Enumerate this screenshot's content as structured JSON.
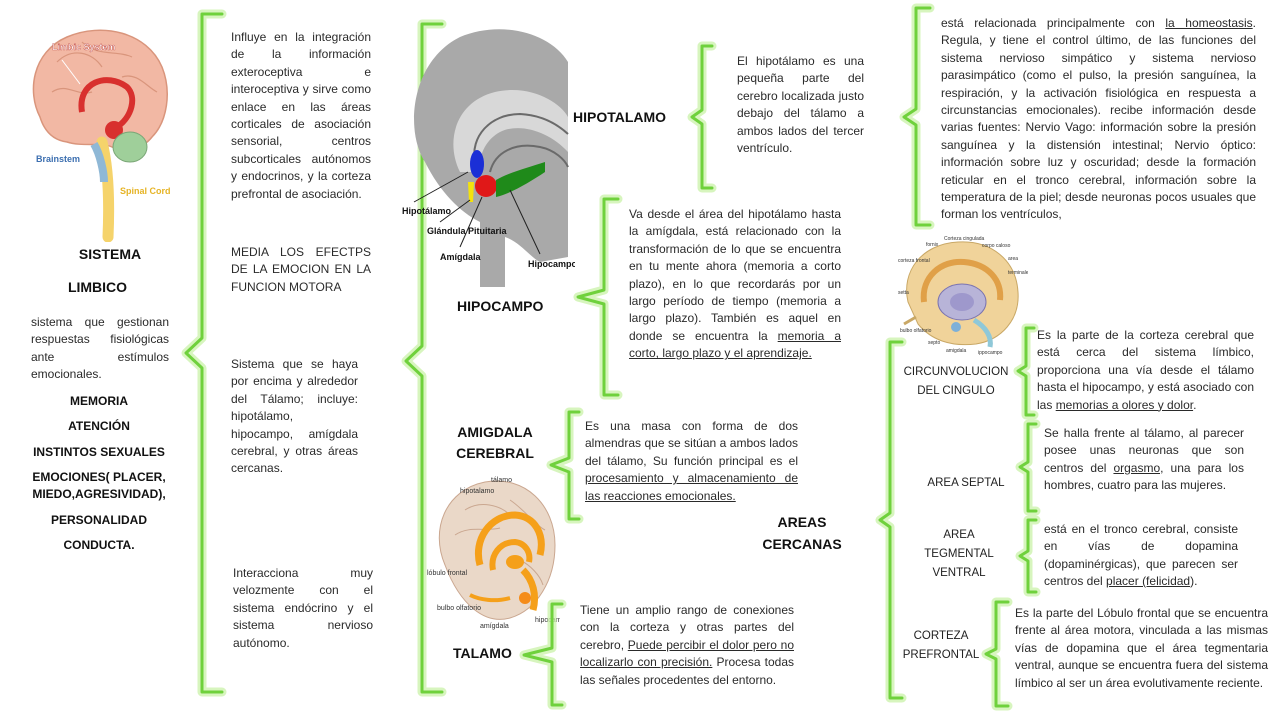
{
  "colors": {
    "brace": "#6fd13c",
    "brace_glow": "#c9f2a8",
    "text": "#2a2a2a"
  },
  "left": {
    "title_line1": "SISTEMA",
    "title_line2": "LIMBICO",
    "definition": "sistema que gestionan respuestas fisiológicas ante estímulos emocionales.",
    "functions": [
      "MEMORIA",
      "ATENCIÓN",
      "INSTINTOS SEXUALES",
      "EMOCIONES( PLACER, MIEDO,AGRESIVIDAD),",
      "PERSONALIDAD",
      "CONDUCTA."
    ],
    "brain_labels": {
      "limbic": "Limbic System",
      "brainstem": "Brainstem",
      "spinal": "Spinal Cord"
    }
  },
  "col2": {
    "text1": "Influye en la integración de la información exteroceptiva e interoceptiva y sirve como enlace en las áreas corticales de asociación sensorial, centros subcorticales autónomos y endocrinos, y la corteza prefrontal de asociación.",
    "text2": "MEDIA LOS EFECTPS DE LA EMOCION EN LA FUNCION MOTORA",
    "text3": "Sistema que se haya por encima y alrededor del Tálamo; incluye: hipotálamo, hipocampo, amígdala cerebral, y otras áreas cercanas.",
    "text4": "Interacciona muy velozmente con el sistema endócrino y el sistema nervioso autónomo."
  },
  "brain_diagram": {
    "hipotalamo": "Hipotálamo",
    "glandula": "Glándula Pituitaria",
    "amigdala": "Amígdala",
    "hipocampo": "Hipocampo"
  },
  "brain_diagram2": {
    "talamo": "tálamo",
    "hipotalamo": "hipotalamo",
    "lobulo": "lóbulo frontal",
    "bulbo": "bulbo olfatorio",
    "amigdala": "amígdala",
    "hipocampo": "hipocampo"
  },
  "brain_diagram3": {
    "corteza": "Corteza cingulada",
    "fornix": "fornix",
    "corpo": "corpo caloso",
    "corteza_frontal": "corteza frontal",
    "setta": "setta",
    "area": "area",
    "terminale": "terminale",
    "bulbo": "bulbo olfatorio",
    "septo": "septo",
    "amigdala": "amigdala",
    "ippocampo": "ippocampo"
  },
  "hipotalamo": {
    "title": "HIPOTALAMO",
    "desc": "El hipotálamo es una pequeña parte del cerebro localizada justo debajo del tálamo a ambos lados del tercer ventrículo.",
    "detail_pre": "está relacionada principalmente con ",
    "detail_link": "la homeostasis",
    "detail_post": ". Regula, y tiene el control último, de las funciones del sistema nervioso simpático y sistema nervioso parasimpático (como el pulso, la presión sanguínea, la respiración, y la activación fisiológica en respuesta a circunstancias emocionales). recibe información desde varias fuentes: Nervio Vago: información sobre la presión sanguínea y la distensión intestinal; Nervio óptico: información sobre luz y oscuridad; desde la formación reticular en el tronco cerebral, información sobre la temperatura de la piel; desde neuronas pocos usuales que forman los ventrículos,"
  },
  "hipocampo": {
    "title": "HIPOCAMPO",
    "text_pre": "Va desde el área del hipotálamo hasta la amígdala, está relacionado con la transformación de lo que se encuentra en tu mente ahora (memoria a corto plazo), en lo que recordarás por un largo período de tiempo (memoria a largo plazo). También es aquel en donde se encuentra la ",
    "text_link": "memoria a corto, largo plazo y el aprendizaje."
  },
  "amigdala": {
    "title_line1": "AMIGDALA",
    "title_line2": "CEREBRAL",
    "text_pre": "Es una masa con forma de dos almendras que se sitúan a ambos lados del tálamo, Su función principal es el ",
    "text_link": "procesamiento y almacenamiento de las reacciones emocionales."
  },
  "talamo": {
    "title": "TALAMO",
    "text_pre": "Tiene un amplio rango de conexiones con la corteza y otras partes del cerebro, ",
    "text_link": "Puede percibir el dolor pero no localizarlo con precisión.",
    "text_post": " Procesa todas las señales procedentes del entorno."
  },
  "areas": {
    "title_line1": "AREAS",
    "title_line2": "CERCANAS",
    "cingulo_label": "CIRCUNVOLUCION DEL CINGULO",
    "cingulo_pre": "Es la parte de la corteza cerebral que está cerca del sistema límbico, proporciona una vía desde el tálamo hasta el hipocampo, y está asociado con las ",
    "cingulo_link": "memorias a olores y dolor",
    "cingulo_post": ".",
    "septal_label": "AREA SEPTAL",
    "septal_pre": "Se halla frente al tálamo, al parecer posee unas neuronas que son centros del ",
    "septal_link": "orgasmo,",
    "septal_post": " una para los hombres, cuatro para las mujeres.",
    "tegmental_label": "AREA TEGMENTAL VENTRAL",
    "tegmental_pre": "está en el tronco cerebral, consiste en vías de dopamina (dopaminérgicas), que parecen ser centros del ",
    "tegmental_link": "placer (felicidad",
    "tegmental_post": ").",
    "prefrontal_label": "CORTEZA PREFRONTAL",
    "prefrontal_text": "Es la parte del Lóbulo frontal que se encuentra frente al área motora, vinculada a las mismas vías de dopamina que el área tegmentaria ventral, aunque se encuentra fuera del sistema límbico al ser un área evolutivamente reciente."
  }
}
